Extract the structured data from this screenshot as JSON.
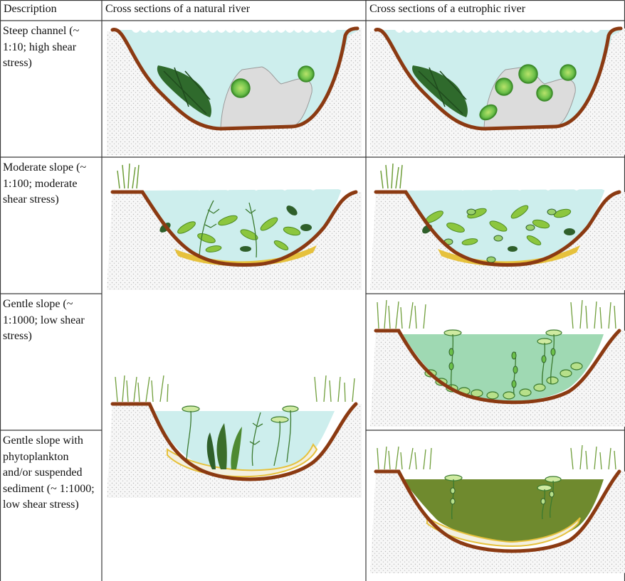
{
  "table": {
    "headers": {
      "description": "Description",
      "natural": "Cross sections of a natural river",
      "eutrophic": "Cross sections of a eutrophic river"
    },
    "rows": [
      {
        "description": "Steep channel (~ 1:10; high shear stress)"
      },
      {
        "description": "Moderate slope (~ 1:100; moderate shear stress)"
      },
      {
        "description": "Gentle slope (~ 1:1000; low shear stress)"
      },
      {
        "description": "Gentle slope with phytoplankton and/or suspended sediment (~ 1:1000; low shear stress)"
      }
    ]
  },
  "colors": {
    "bank": "#8B3A12",
    "clear_water": "#cdeeed",
    "green_water": "#9fd9b3",
    "turbid_water": "#6f8a2e",
    "rock": "#d9d9d9",
    "plant_dark": "#2f5f2a",
    "plant_light": "#8cc63e",
    "phytoplankton": "#6cc04a",
    "sediment": "#e6c13c"
  }
}
